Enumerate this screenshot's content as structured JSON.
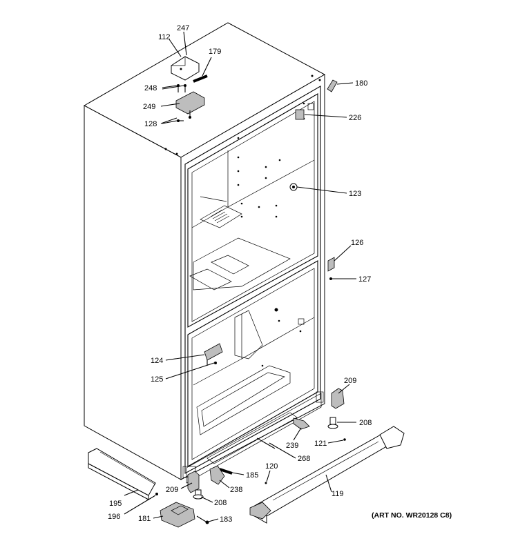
{
  "art_number": "(ART NO. WR20128 C8)",
  "callouts": [
    {
      "id": "c112",
      "label": "112"
    },
    {
      "id": "c247",
      "label": "247"
    },
    {
      "id": "c179",
      "label": "179"
    },
    {
      "id": "c248",
      "label": "248"
    },
    {
      "id": "c249",
      "label": "249"
    },
    {
      "id": "c128",
      "label": "128"
    },
    {
      "id": "c180",
      "label": "180"
    },
    {
      "id": "c226",
      "label": "226"
    },
    {
      "id": "c123",
      "label": "123"
    },
    {
      "id": "c126",
      "label": "126"
    },
    {
      "id": "c127",
      "label": "127"
    },
    {
      "id": "c124",
      "label": "124"
    },
    {
      "id": "c125",
      "label": "125"
    },
    {
      "id": "c209a",
      "label": "209"
    },
    {
      "id": "c208a",
      "label": "208"
    },
    {
      "id": "c121",
      "label": "121"
    },
    {
      "id": "c239",
      "label": "239"
    },
    {
      "id": "c268",
      "label": "268"
    },
    {
      "id": "c120",
      "label": "120"
    },
    {
      "id": "c185",
      "label": "185"
    },
    {
      "id": "c238",
      "label": "238"
    },
    {
      "id": "c119",
      "label": "119"
    },
    {
      "id": "c195",
      "label": "195"
    },
    {
      "id": "c209b",
      "label": "209"
    },
    {
      "id": "c208b",
      "label": "208"
    },
    {
      "id": "c196",
      "label": "196"
    },
    {
      "id": "c181",
      "label": "181"
    },
    {
      "id": "c183",
      "label": "183"
    }
  ]
}
